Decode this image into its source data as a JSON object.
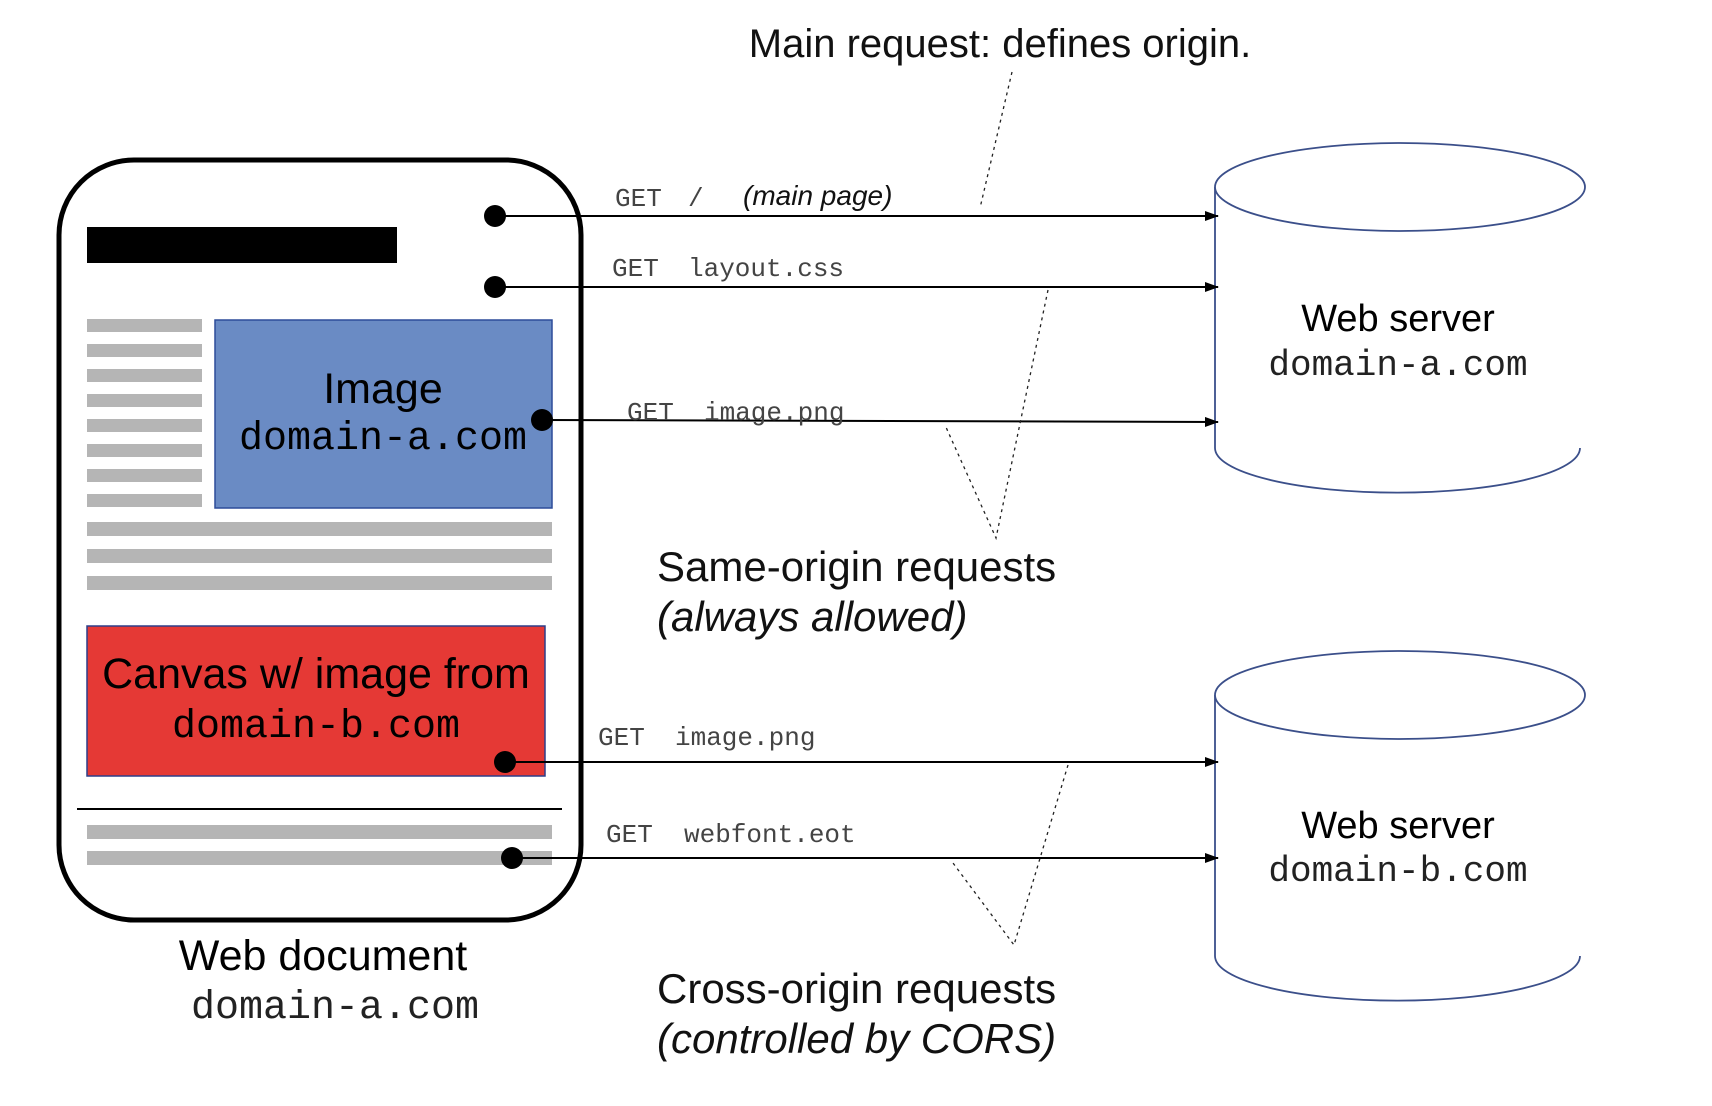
{
  "annotations": {
    "main_request": "Main request: defines origin.",
    "same_origin_title": "Same-origin requests",
    "same_origin_sub": "(always allowed)",
    "cross_origin_title": "Cross-origin requests",
    "cross_origin_sub": "(controlled by CORS)"
  },
  "document": {
    "label": "Web document",
    "domain": "domain-a.com",
    "image_box": {
      "title": "Image",
      "domain": "domain-a.com",
      "color": "#6a8bc4"
    },
    "canvas_box": {
      "title": "Canvas w/ image from",
      "domain": "domain-b.com",
      "color": "#e53935"
    }
  },
  "servers": [
    {
      "label": "Web server",
      "domain": "domain-a.com"
    },
    {
      "label": "Web server",
      "domain": "domain-b.com"
    }
  ],
  "requests": [
    {
      "method": "GET",
      "path": "/",
      "note": "(main page)"
    },
    {
      "method": "GET",
      "path": "layout.css",
      "note": ""
    },
    {
      "method": "GET",
      "path": "image.png",
      "note": ""
    },
    {
      "method": "GET",
      "path": "image.png",
      "note": ""
    },
    {
      "method": "GET",
      "path": "webfont.eot",
      "note": ""
    }
  ],
  "colors": {
    "line": "#000000",
    "placeholder_text": "#b5b5b5",
    "server_outline": "#3b4f8a"
  }
}
